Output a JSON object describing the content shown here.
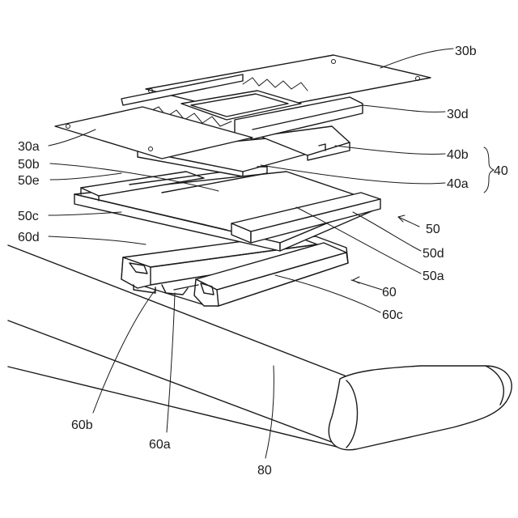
{
  "labels": {
    "l30b": "30b",
    "l30d": "30d",
    "l30a": "30a",
    "l50b": "50b",
    "l50e": "50e",
    "l40b": "40b",
    "l40": "40",
    "l40a": "40a",
    "l50c": "50c",
    "l50": "50",
    "l60d": "60d",
    "l50d": "50d",
    "l50a": "50a",
    "l60": "60",
    "l60c": "60c",
    "l60b": "60b",
    "l60a": "60a",
    "l80": "80"
  },
  "colors": {
    "line": "#1a1a1a",
    "background": "#ffffff"
  }
}
